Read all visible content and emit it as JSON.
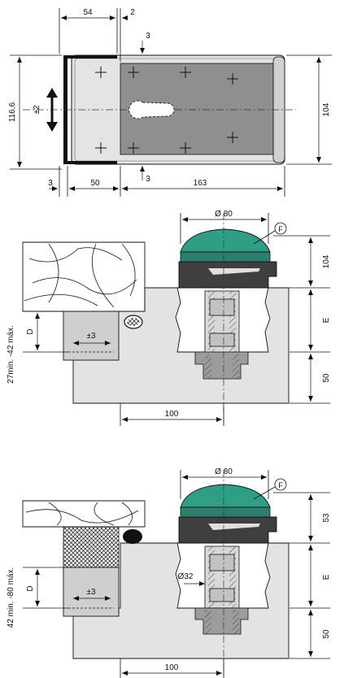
{
  "colors": {
    "body_light": "#e3e3e3",
    "body_mid": "#bdbdbd",
    "plate_dark": "#8f8f8f",
    "cap_green": "#2f9e85",
    "cap_green_dark": "#1f6e5c",
    "collar_dark": "#3e3e3e",
    "outline": "#111111"
  },
  "top_view": {
    "dims": {
      "d54": "54",
      "d2": "2",
      "d3_top": "3",
      "d116_6": "116,6",
      "pm2": "±2",
      "d104": "104",
      "d3_left": "3",
      "d50": "50",
      "d163": "163",
      "d3_bottom": "3"
    }
  },
  "section_1": {
    "label_f": "F",
    "dims": {
      "dia80": "Ø 80",
      "d104": "104",
      "e": "E",
      "d50": "50",
      "d100": "100",
      "d": "D",
      "pm3": "±3",
      "range": "27min. -42 máx."
    }
  },
  "section_2": {
    "label_f": "F",
    "dims": {
      "dia80": "Ø 80",
      "d53": "53",
      "e": "E",
      "d50": "50",
      "d100": "100",
      "dia32": "Ø32",
      "d": "D",
      "pm3": "±3",
      "range": "42 min. -80 máx."
    }
  }
}
